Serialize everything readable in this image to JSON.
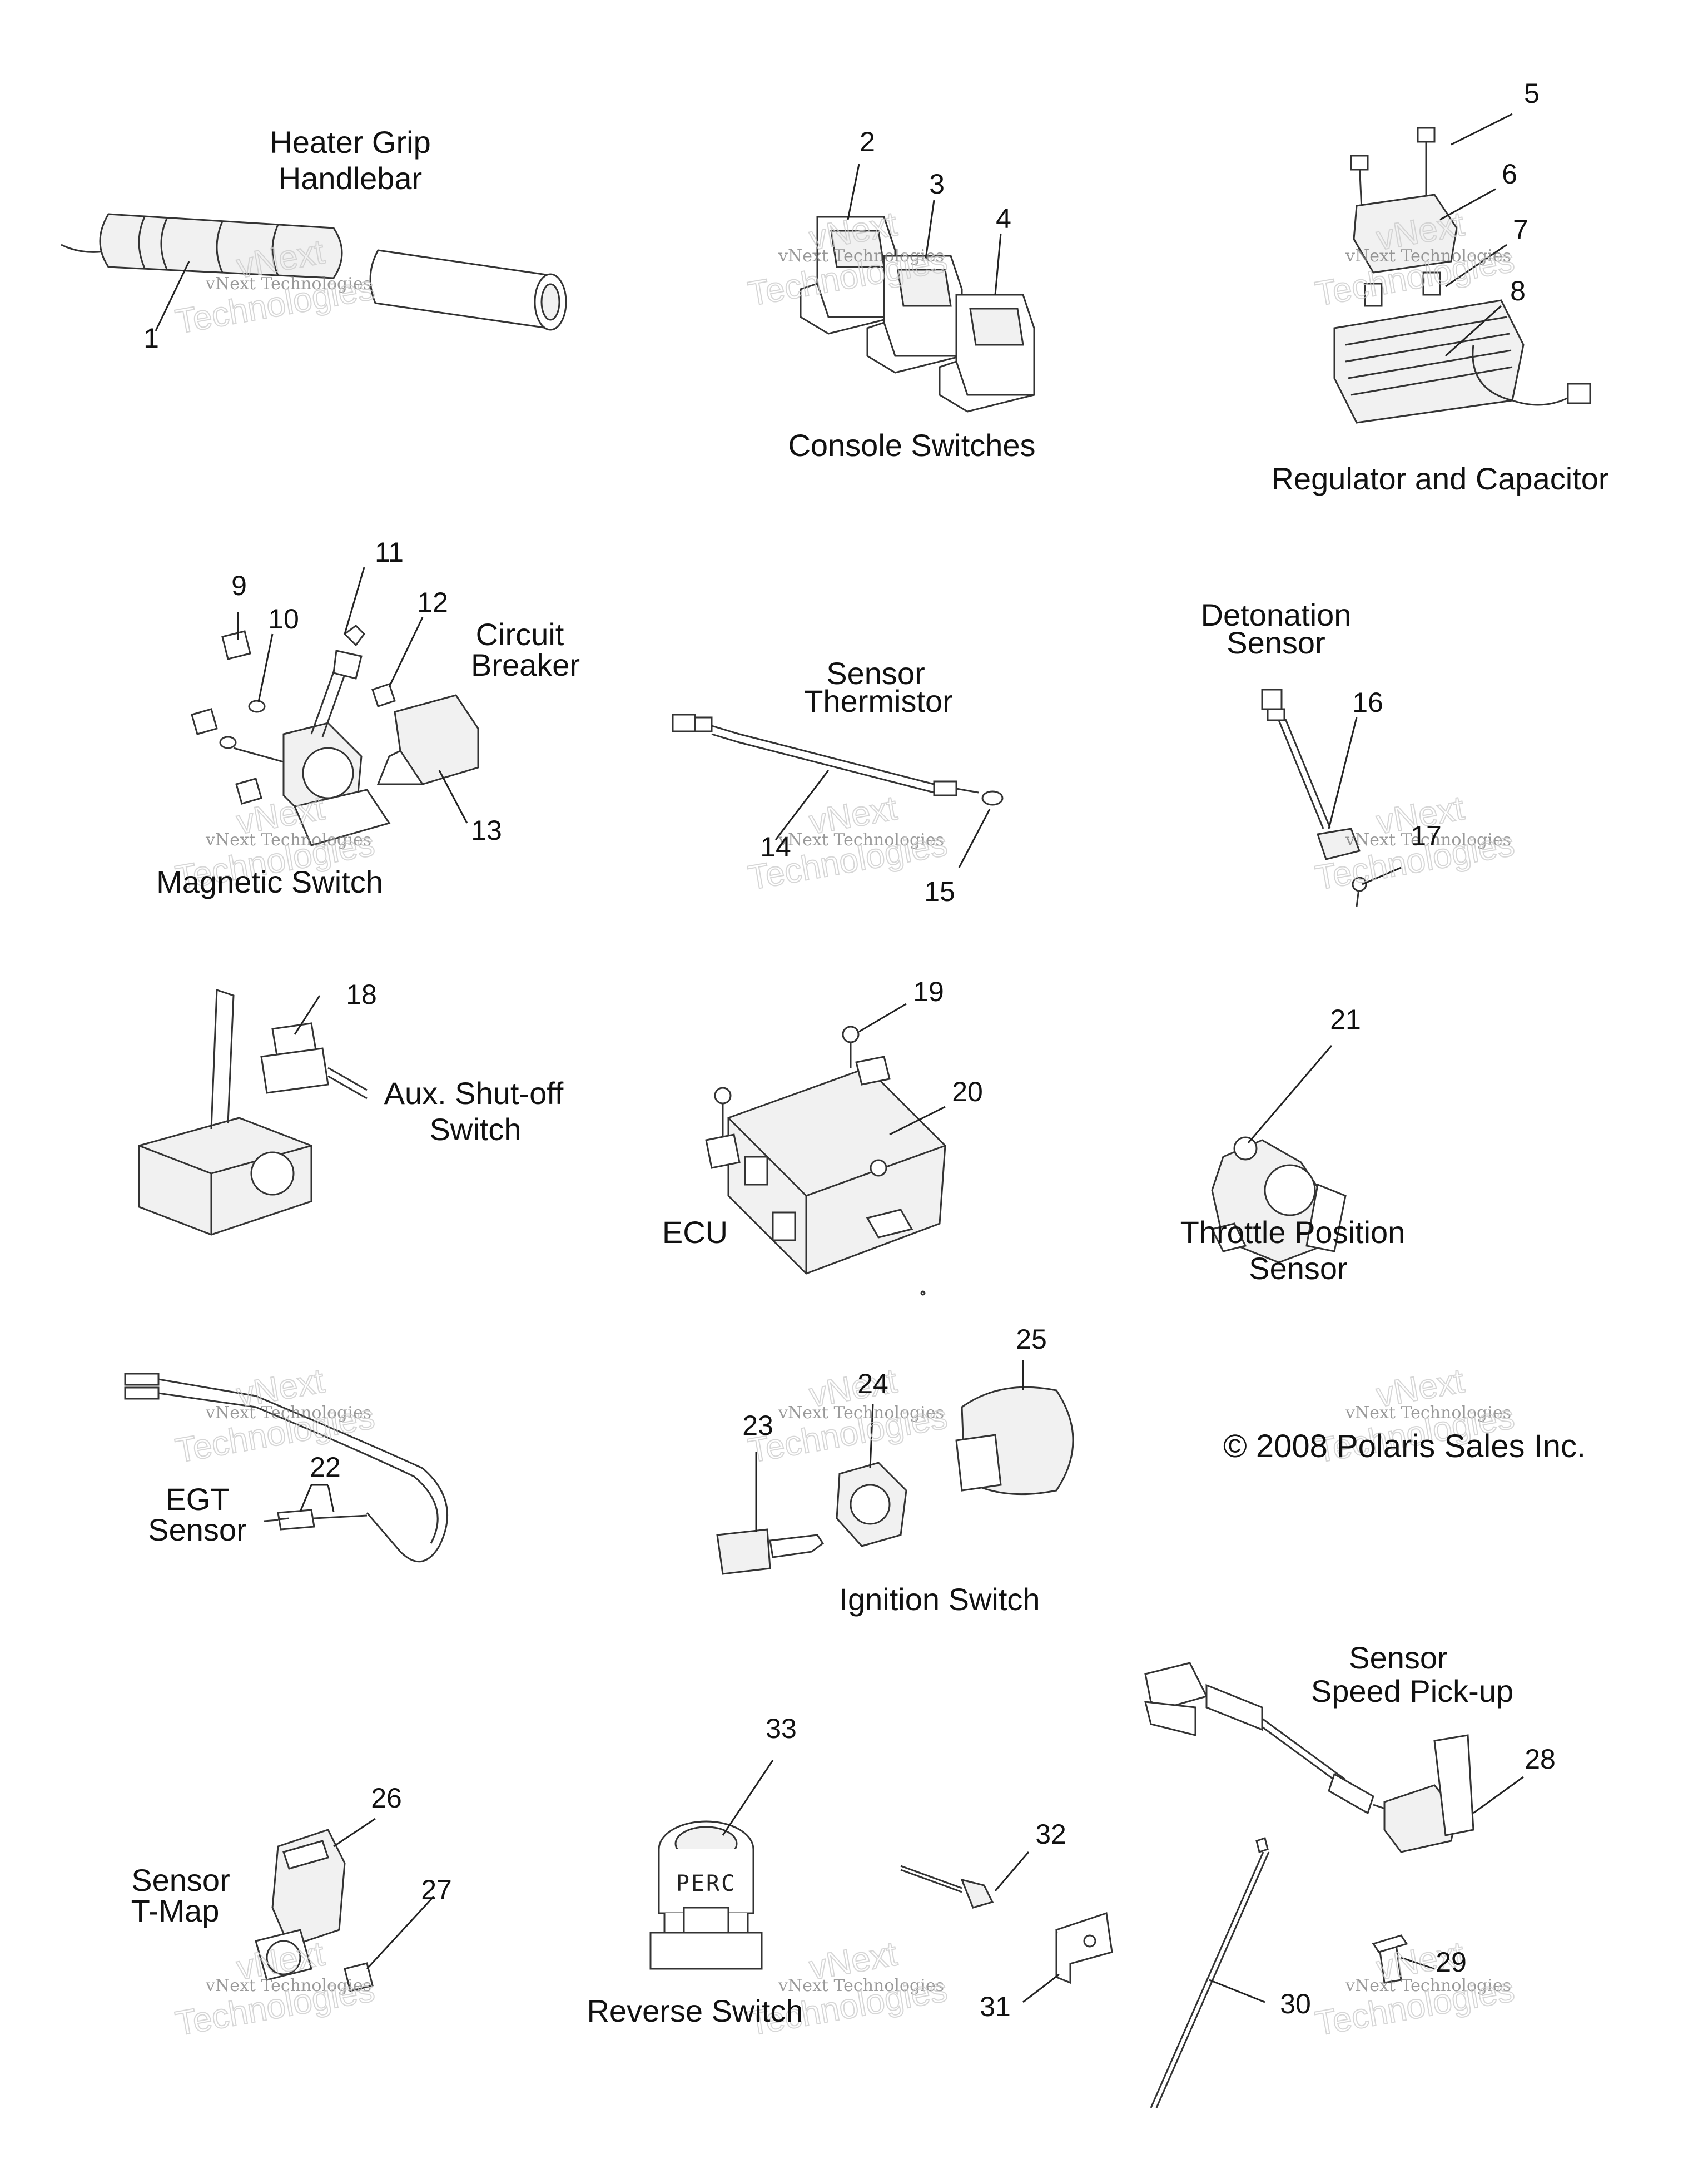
{
  "groups": {
    "heater_grip": [
      "Heater Grip",
      "Handlebar"
    ],
    "console_switches": "Console Switches",
    "regulator": "Regulator and Capacitor",
    "circuit_breaker": [
      "Circuit",
      "Breaker"
    ],
    "magnetic_switch": "Magnetic Switch",
    "sensor_thermistor": [
      "Sensor",
      "Thermistor"
    ],
    "detonation_sensor": [
      "Detonation",
      "Sensor"
    ],
    "aux_shutoff": [
      "Aux. Shut-off",
      "Switch"
    ],
    "ecu": "ECU",
    "throttle_position": [
      "Throttle Position",
      "Sensor"
    ],
    "egt_sensor": [
      "EGT",
      "Sensor"
    ],
    "ignition_switch": "Ignition Switch",
    "speed_pickup": [
      "Sensor",
      "Speed Pick-up"
    ],
    "t_map": [
      "Sensor",
      "T-Map"
    ],
    "reverse_switch": "Reverse Switch"
  },
  "part_numbers": {
    "p1": "1",
    "p2": "2",
    "p3": "3",
    "p4": "4",
    "p5": "5",
    "p6": "6",
    "p7": "7",
    "p8": "8",
    "p9": "9",
    "p10": "10",
    "p11": "11",
    "p12": "12",
    "p13": "13",
    "p14": "14",
    "p15": "15",
    "p16": "16",
    "p17": "17",
    "p18": "18",
    "p19": "19",
    "p20": "20",
    "p21": "21",
    "p22": "22",
    "p23": "23",
    "p24": "24",
    "p25": "25",
    "p26": "26",
    "p27": "27",
    "p28": "28",
    "p29": "29",
    "p30": "30",
    "p31": "31",
    "p32": "32",
    "p33": "33"
  },
  "reverse_switch_marking": "PERC",
  "copyright": "© 2008 Polaris Sales Inc.",
  "watermark": {
    "line1": "vNext Technologies",
    "line2": "Technologies",
    "line3": "vNext"
  }
}
